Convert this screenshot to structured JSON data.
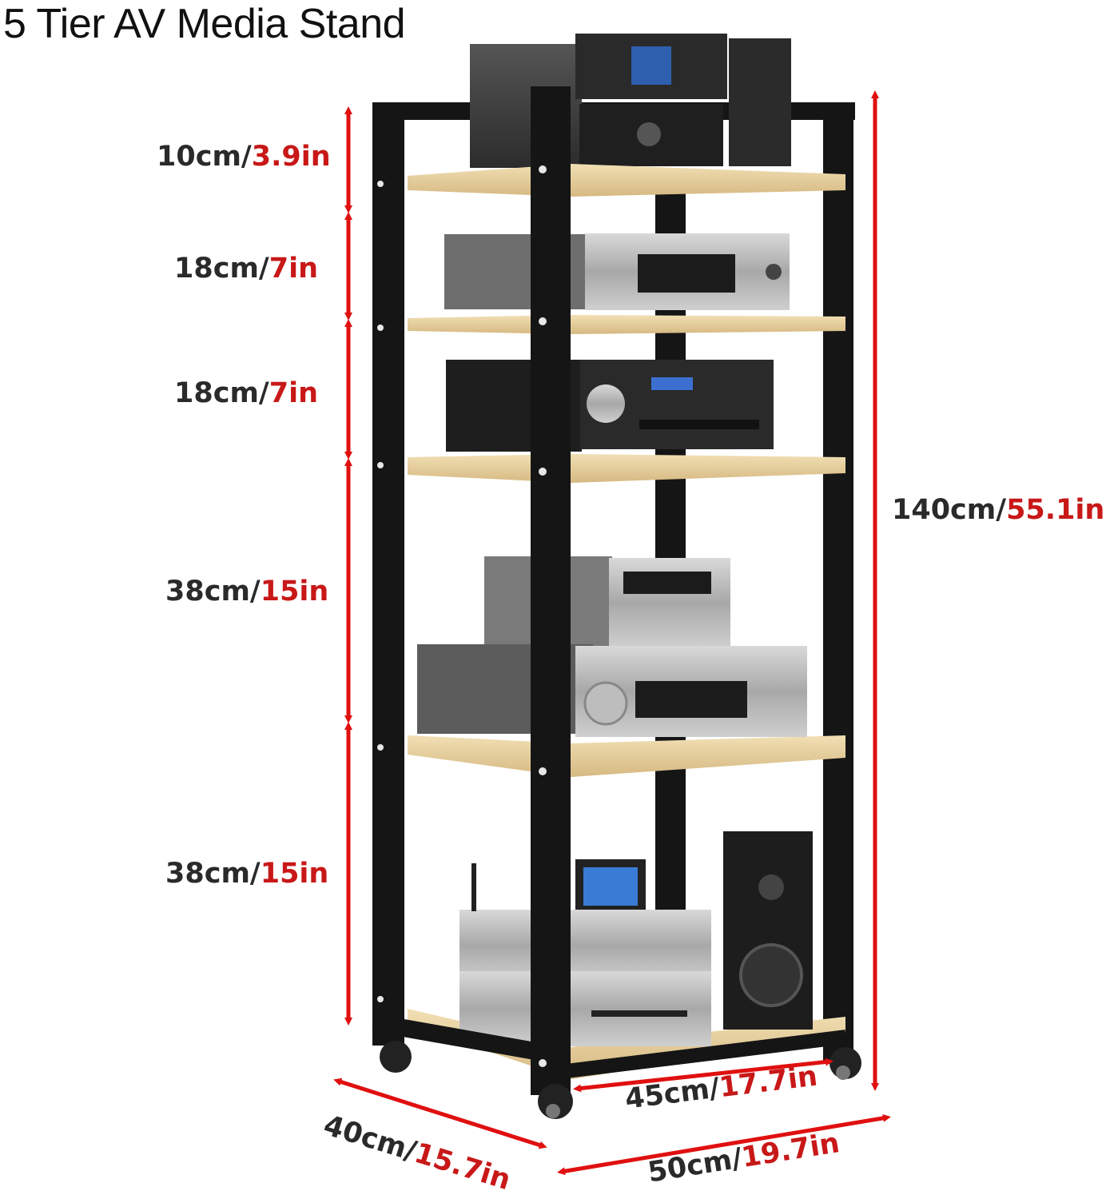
{
  "title": "5 Tier AV Media Stand",
  "dimensions": {
    "top_clearance": {
      "cm": "10cm/",
      "in": "3.9in"
    },
    "tier1": {
      "cm": "18cm/",
      "in": "7in"
    },
    "tier2": {
      "cm": "18cm/",
      "in": "7in"
    },
    "tier3": {
      "cm": "38cm/",
      "in": "15in"
    },
    "tier4": {
      "cm": "38cm/",
      "in": "15in"
    },
    "total_height": {
      "cm": "140cm/",
      "in": "55.1in"
    },
    "shelf_width": {
      "cm": "45cm/",
      "in": "17.7in"
    },
    "depth": {
      "cm": "40cm/",
      "in": "15.7in"
    },
    "overall_width": {
      "cm": "50cm/",
      "in": "19.7in"
    }
  },
  "colors": {
    "arrow": "#e01010",
    "inch_text": "#c81818",
    "frame": "#151515",
    "shelf_wood": "#e8d2a2"
  }
}
